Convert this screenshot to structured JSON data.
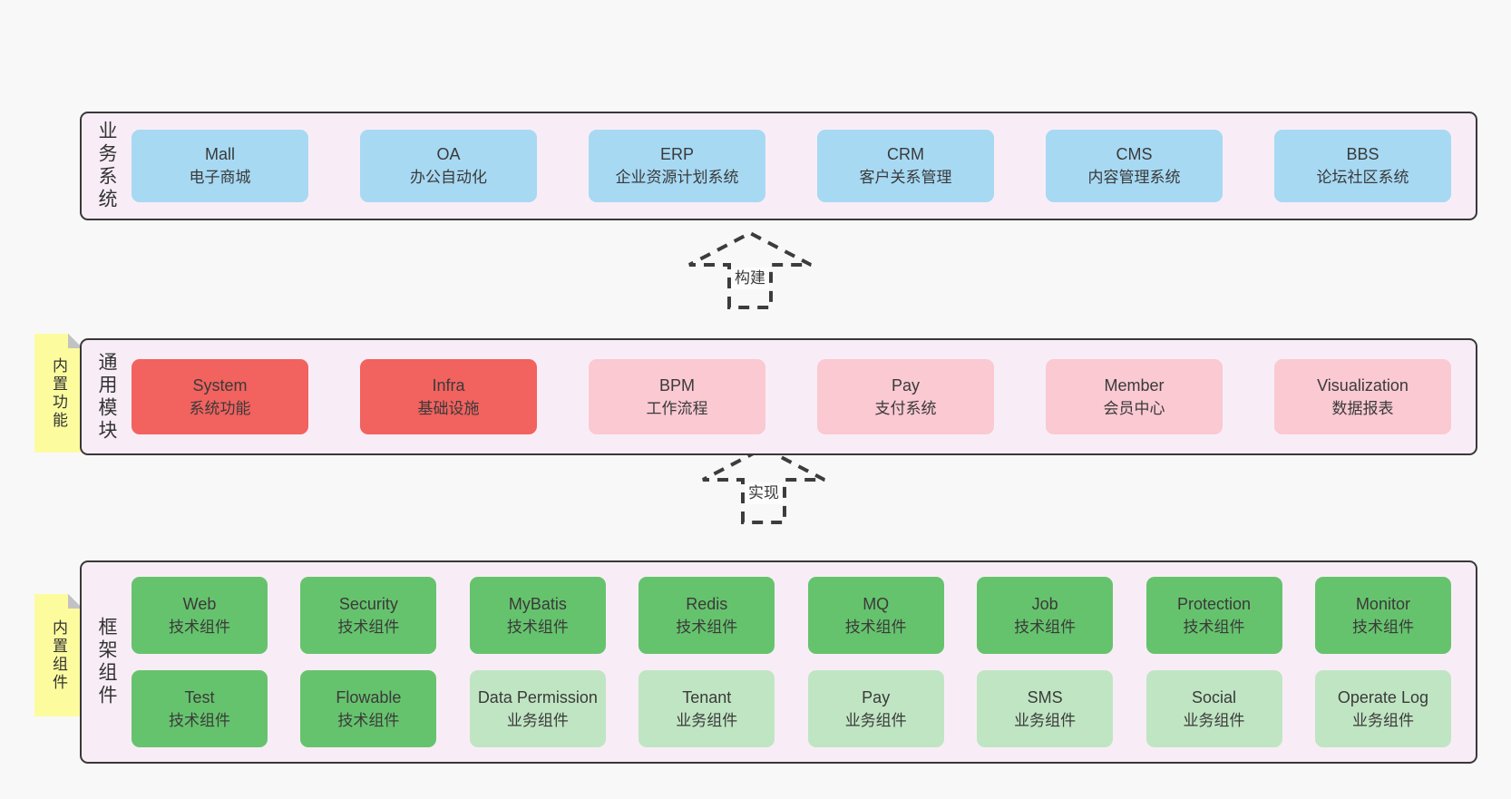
{
  "colors": {
    "page_bg": "#f8f8f8",
    "panel_bg": "#f8edf6",
    "panel_border": "#383838",
    "blue": "#a7d9f3",
    "red": "#f2625e",
    "pink": "#fac9d2",
    "green_dark": "#66c36d",
    "green_light": "#c0e5c3",
    "sticky_yellow": "#fcfc9f",
    "fold_gray": "#c2c2c2",
    "text": "#3a3a3a"
  },
  "business_panel": {
    "label": "业务系统",
    "items": [
      {
        "title": "Mall",
        "subtitle": "电子商城"
      },
      {
        "title": "OA",
        "subtitle": "办公自动化"
      },
      {
        "title": "ERP",
        "subtitle": "企业资源计划系统"
      },
      {
        "title": "CRM",
        "subtitle": "客户关系管理"
      },
      {
        "title": "CMS",
        "subtitle": "内容管理系统"
      },
      {
        "title": "BBS",
        "subtitle": "论坛社区系统"
      }
    ]
  },
  "build_arrow": {
    "label": "构建"
  },
  "modules_panel": {
    "label": "通用模块",
    "sticky": "内置功能",
    "items": [
      {
        "title": "System",
        "subtitle": "系统功能",
        "variant": "red"
      },
      {
        "title": "Infra",
        "subtitle": "基础设施",
        "variant": "red"
      },
      {
        "title": "BPM",
        "subtitle": "工作流程",
        "variant": "pink"
      },
      {
        "title": "Pay",
        "subtitle": "支付系统",
        "variant": "pink"
      },
      {
        "title": "Member",
        "subtitle": "会员中心",
        "variant": "pink"
      },
      {
        "title": "Visualization",
        "subtitle": "数据报表",
        "variant": "pink"
      }
    ]
  },
  "implement_arrow": {
    "label": "实现"
  },
  "components_panel": {
    "label": "框架组件",
    "sticky": "内置组件",
    "row1": [
      {
        "title": "Web",
        "subtitle": "技术组件",
        "variant": "dark"
      },
      {
        "title": "Security",
        "subtitle": "技术组件",
        "variant": "dark"
      },
      {
        "title": "MyBatis",
        "subtitle": "技术组件",
        "variant": "dark"
      },
      {
        "title": "Redis",
        "subtitle": "技术组件",
        "variant": "dark"
      },
      {
        "title": "MQ",
        "subtitle": "技术组件",
        "variant": "dark"
      },
      {
        "title": "Job",
        "subtitle": "技术组件",
        "variant": "dark"
      },
      {
        "title": "Protection",
        "subtitle": "技术组件",
        "variant": "dark"
      },
      {
        "title": "Monitor",
        "subtitle": "技术组件",
        "variant": "dark"
      }
    ],
    "row2": [
      {
        "title": "Test",
        "subtitle": "技术组件",
        "variant": "dark"
      },
      {
        "title": "Flowable",
        "subtitle": "技术组件",
        "variant": "dark"
      },
      {
        "title": "Data Permission",
        "subtitle": "业务组件",
        "variant": "light"
      },
      {
        "title": "Tenant",
        "subtitle": "业务组件",
        "variant": "light"
      },
      {
        "title": "Pay",
        "subtitle": "业务组件",
        "variant": "light"
      },
      {
        "title": "SMS",
        "subtitle": "业务组件",
        "variant": "light"
      },
      {
        "title": "Social",
        "subtitle": "业务组件",
        "variant": "light"
      },
      {
        "title": "Operate Log",
        "subtitle": "业务组件",
        "variant": "light"
      }
    ]
  }
}
